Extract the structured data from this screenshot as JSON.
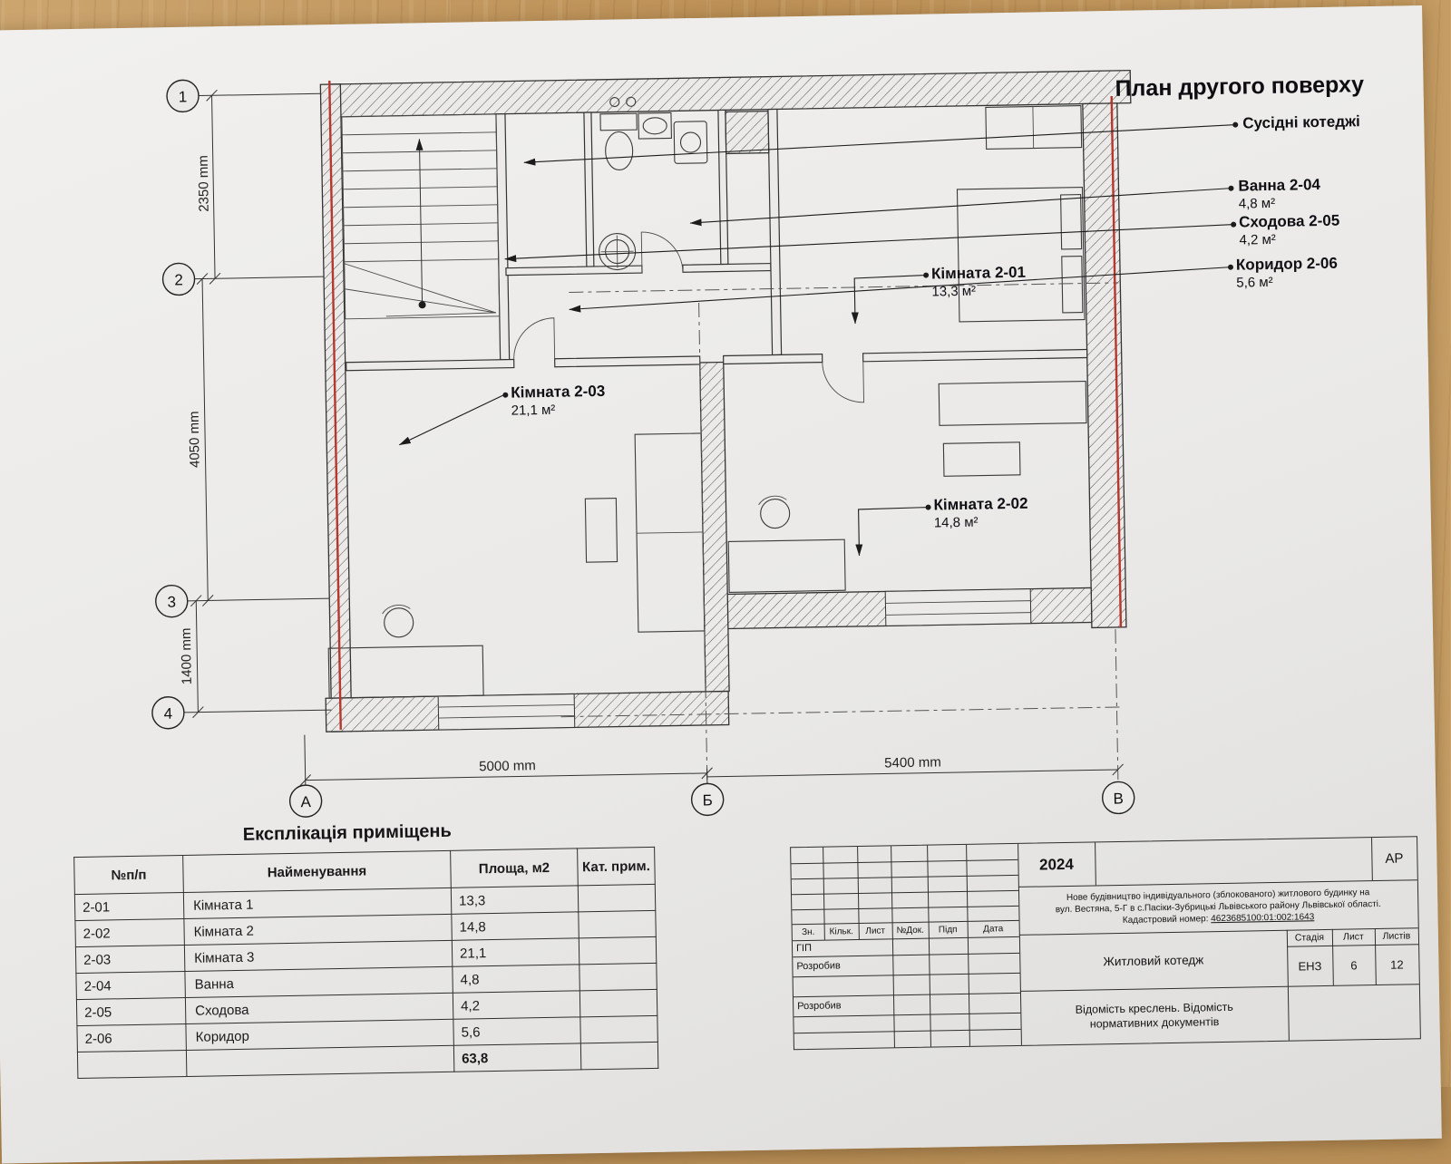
{
  "title": "План другого поверху",
  "plan": {
    "neighbors_label": "Сусідні котеджі",
    "rooms": [
      {
        "name": "Ванна 2-04",
        "area": "4,8 м²"
      },
      {
        "name": "Сходова 2-05",
        "area": "4,2 м²"
      },
      {
        "name": "Коридор 2-06",
        "area": "5,6 м²"
      },
      {
        "name": "Кімната 2-01",
        "area": "13,3 м²"
      },
      {
        "name": "Кімната 2-02",
        "area": "14,8 м²"
      },
      {
        "name": "Кімната 2-03",
        "area": "21,1 м²"
      }
    ],
    "axes_rows": [
      "1",
      "2",
      "3",
      "4"
    ],
    "axes_cols": [
      "А",
      "Б",
      "В"
    ],
    "dims_vertical": [
      "2350 mm",
      "4050 mm",
      "1400 mm"
    ],
    "dims_horizontal": [
      "5000 mm",
      "5400 mm"
    ]
  },
  "explication": {
    "title": "Експлікація приміщень",
    "headers": {
      "num": "№п/п",
      "name": "Найменування",
      "area": "Площа, м2",
      "cat": "Кат. прим."
    },
    "rows": [
      {
        "num": "2-01",
        "name": "Кімната 1",
        "area": "13,3",
        "cat": ""
      },
      {
        "num": "2-02",
        "name": "Кімната 2",
        "area": "14,8",
        "cat": ""
      },
      {
        "num": "2-03",
        "name": "Кімната 3",
        "area": "21,1",
        "cat": ""
      },
      {
        "num": "2-04",
        "name": "Ванна",
        "area": "4,8",
        "cat": ""
      },
      {
        "num": "2-05",
        "name": "Сходова",
        "area": "4,2",
        "cat": ""
      },
      {
        "num": "2-06",
        "name": "Коридор",
        "area": "5,6",
        "cat": ""
      }
    ],
    "total": "63,8"
  },
  "title_block": {
    "year": "2024",
    "mark": "АР",
    "description_line1": "Нове будівництво індивідуального (зблокованого) житлового будинку на",
    "description_line2": "вул. Вестяна, 5-Г в с.Пасіки-Зубрицькі Львівського району Львівської області.",
    "cadastre_label": "Кадастровий номер: ",
    "cadastre_number": "4623685100:01:002:1643",
    "rev_headers": [
      "Зн.",
      "Кільк.",
      "Лист",
      "№Док.",
      "Підп",
      "Дата"
    ],
    "signature_rows": [
      "ГІП",
      "Розробив",
      "Розробив"
    ],
    "object_name": "Житловий котедж",
    "stage_headers": [
      "Стадія",
      "Лист",
      "Листів"
    ],
    "stage": "ЕНЗ",
    "sheet": "6",
    "sheets": "12",
    "doc_line1": "Відомість креслень. Відомість",
    "doc_line2": "нормативних документів"
  }
}
